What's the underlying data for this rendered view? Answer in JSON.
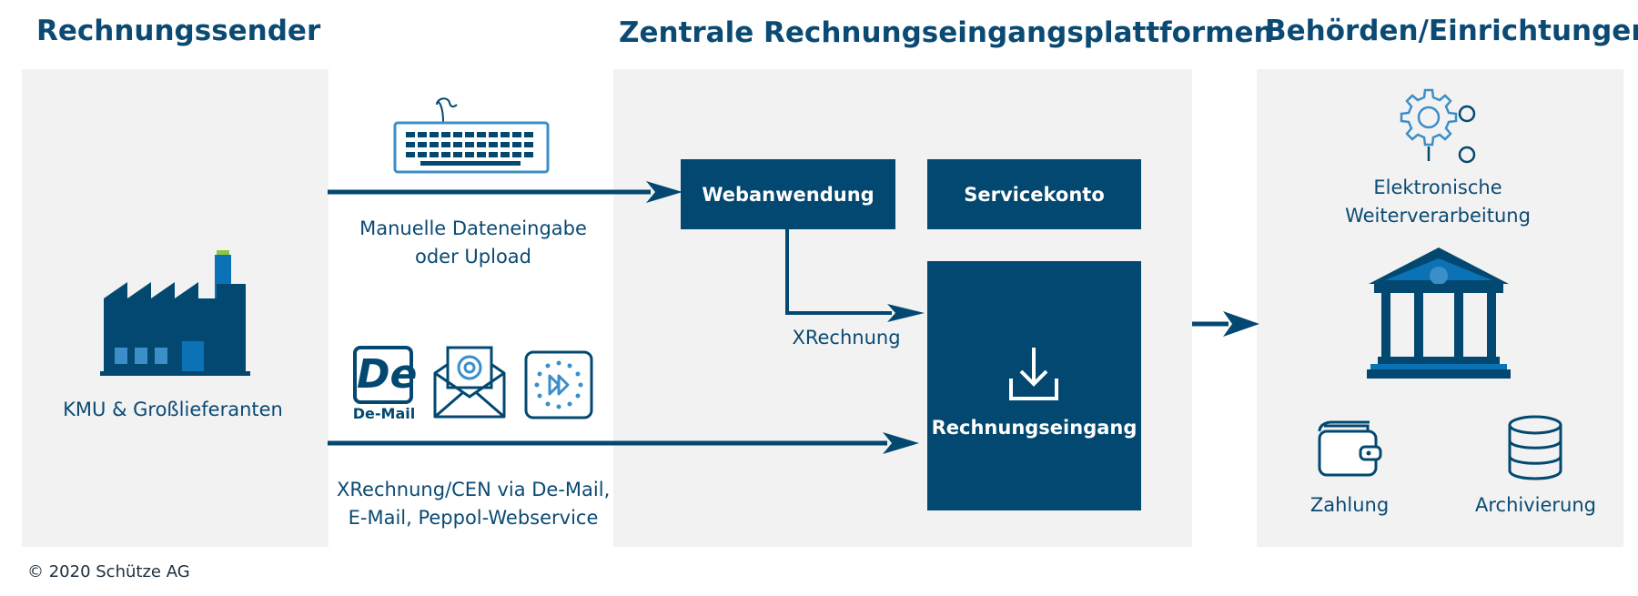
{
  "headings": {
    "senders": "Rechnungssender",
    "platforms": "Zentrale Rechnungseingangsplattformen",
    "authorities": "Behörden/Einrichtungen"
  },
  "senders": {
    "label": "KMU & Großlieferanten"
  },
  "channels": {
    "manual_line1": "Manuelle Dateneingabe",
    "manual_line2": "oder Upload",
    "electronic_line1": "XRechnung/CEN via De-Mail,",
    "electronic_line2": "E-Mail, Peppol-Webservice",
    "demail_logo_text": "De",
    "demail_caption": "De-Mail"
  },
  "platform": {
    "webapp": "Webanwendung",
    "servicekonto": "Servicekonto",
    "xrechnung": "XRechnung",
    "invoice_inbox": "Rechnungseingang"
  },
  "authorities": {
    "processing_line1": "Elektronische",
    "processing_line2": "Weiterverarbeitung",
    "payment": "Zahlung",
    "archiving": "Archivierung"
  },
  "footer": {
    "copyright": "© 2020 Schütze AG"
  },
  "colors": {
    "primary": "#034870",
    "light_blue": "#3b8ec7",
    "panel": "#f2f2f2",
    "accent_green": "#8dc63f"
  }
}
